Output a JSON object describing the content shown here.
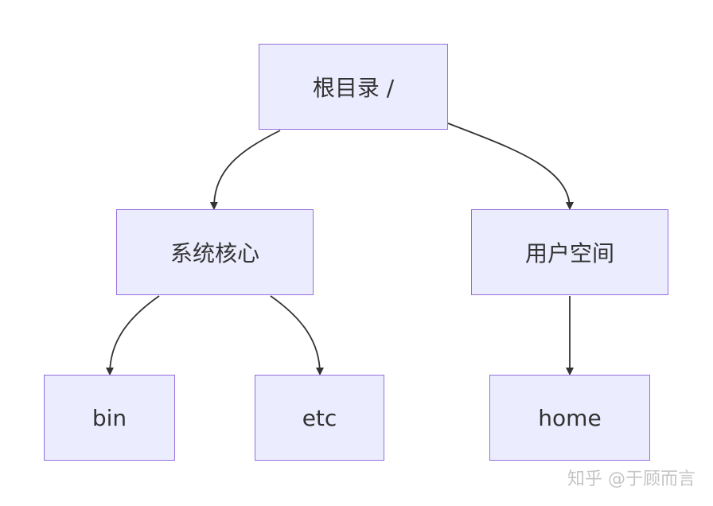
{
  "nodes": {
    "root": "根目录 /",
    "system_core": "系统核心",
    "user_space": "用户空间",
    "bin": "bin",
    "etc": "etc",
    "home": "home"
  },
  "edges": [
    {
      "from": "root",
      "to": "system_core"
    },
    {
      "from": "root",
      "to": "user_space"
    },
    {
      "from": "system_core",
      "to": "bin"
    },
    {
      "from": "system_core",
      "to": "etc"
    },
    {
      "from": "user_space",
      "to": "home"
    }
  ],
  "watermark": "知乎 @于顾而言",
  "colors": {
    "node_fill": "#ececff",
    "node_border": "#9370db",
    "edge": "#333333",
    "text": "#333333",
    "watermark": "#c4c4c4"
  }
}
